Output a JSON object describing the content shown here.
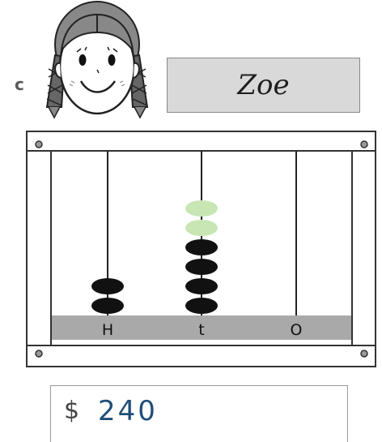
{
  "problem_label": "c",
  "child_name": "Zoe",
  "abacus": {
    "columns": [
      {
        "label": "H",
        "black_beads": 2,
        "green_beads": 0
      },
      {
        "label": "t",
        "black_beads": 4,
        "green_beads": 2
      },
      {
        "label": "O",
        "black_beads": 0,
        "green_beads": 0
      }
    ],
    "colors": {
      "black_bead": "#111111",
      "green_bead": "#c8e6b4",
      "base": "#a9a9a9",
      "frame": "#333333"
    }
  },
  "answer": {
    "currency": "$",
    "value": "240"
  }
}
